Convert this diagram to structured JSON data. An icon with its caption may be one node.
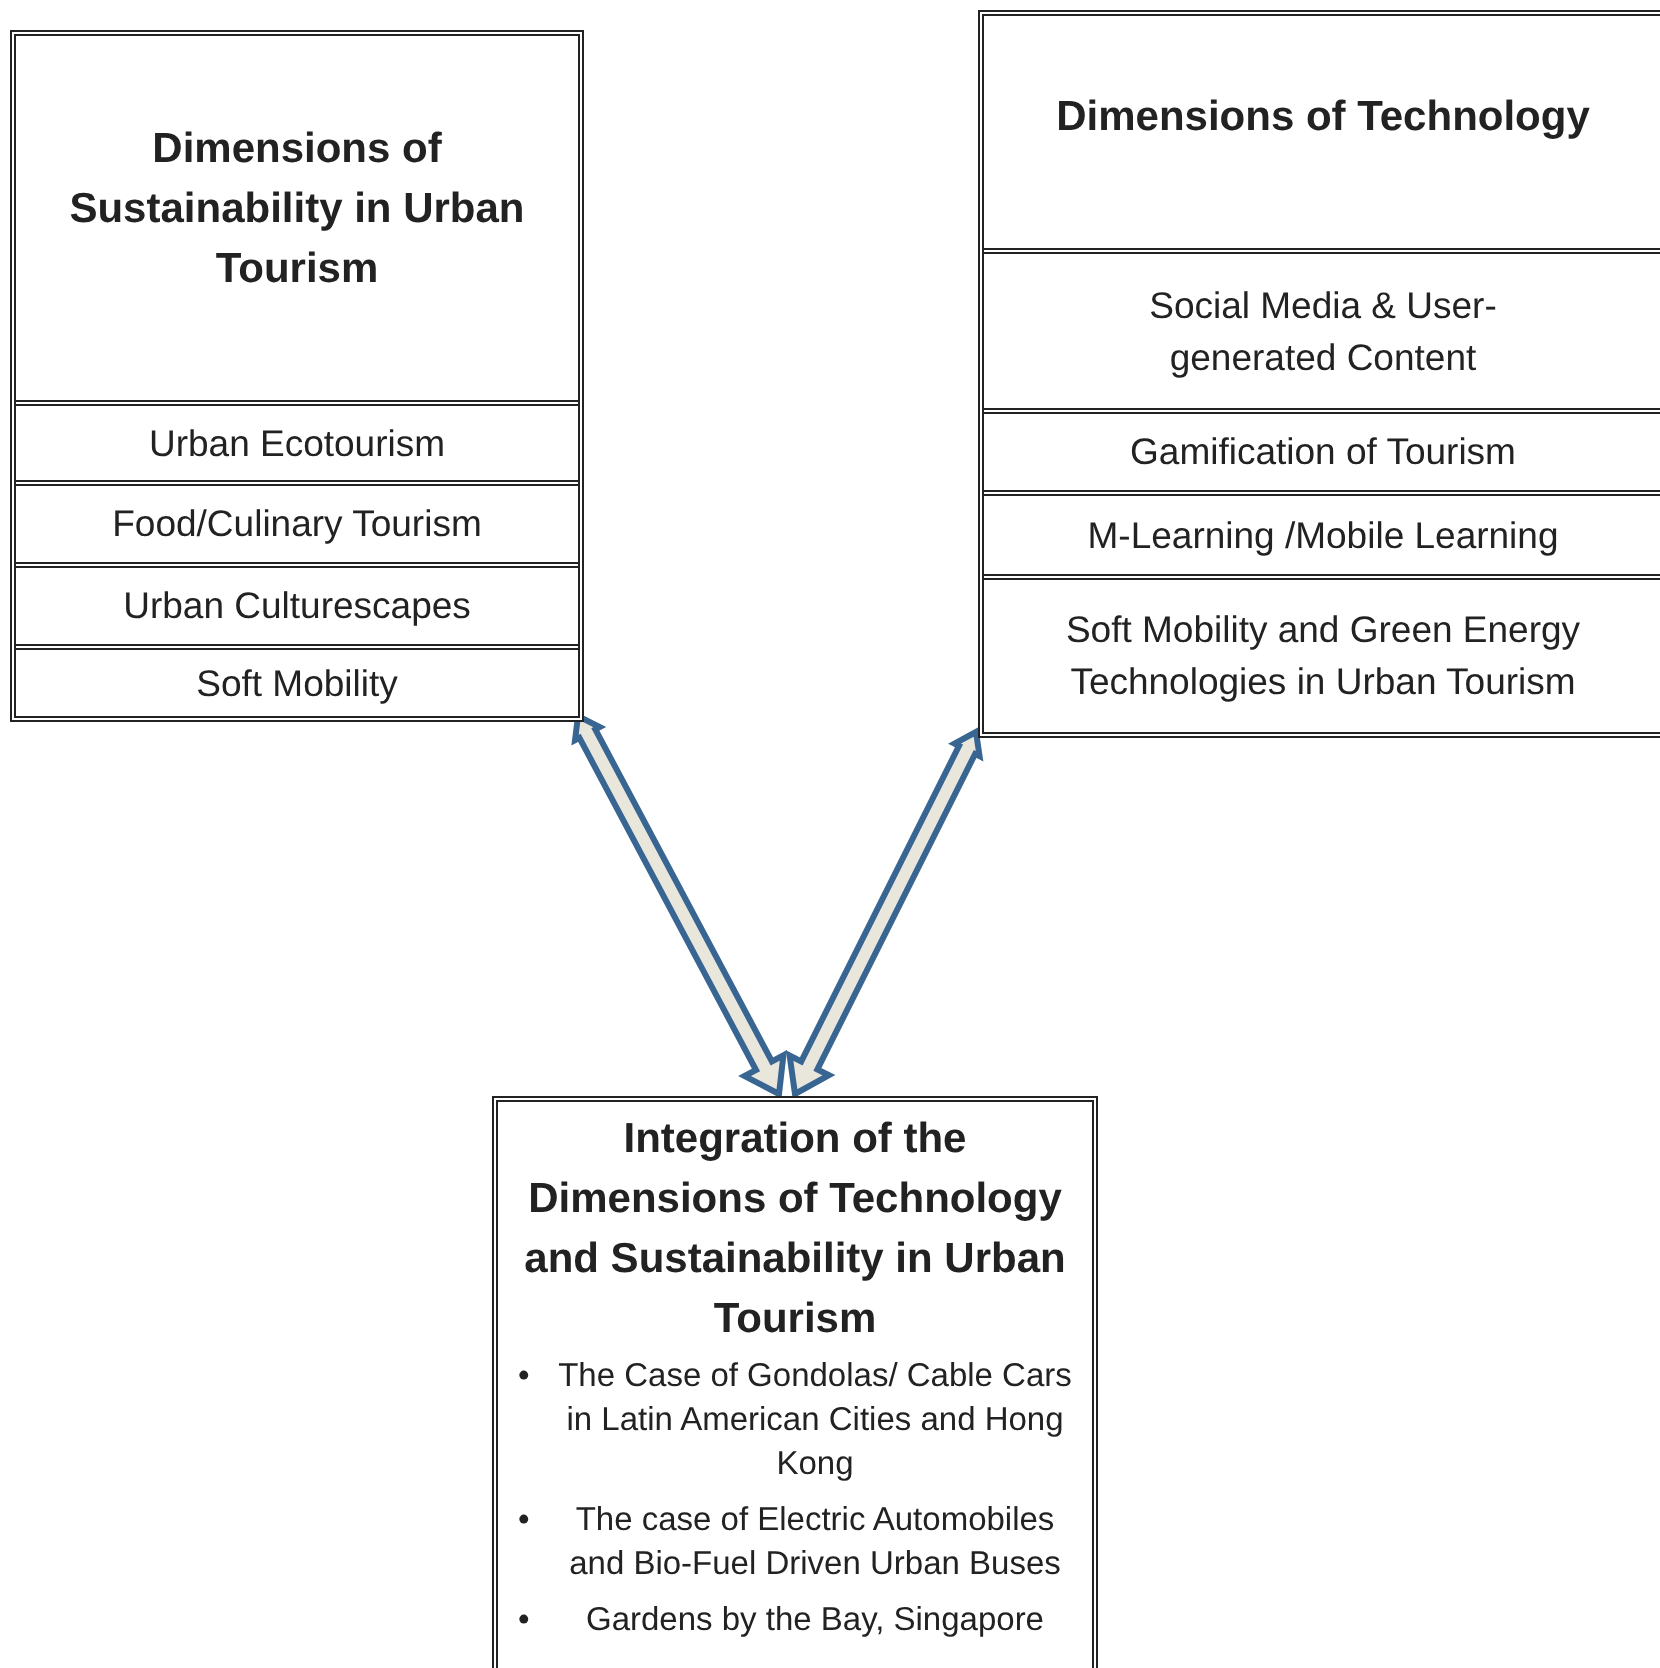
{
  "diagram": {
    "nodes": [
      {
        "text": [
          "Dimensions of Sustainability in Urban Tourism"
        ]
      },
      {
        "text": [
          "Urban Ecotourism"
        ],
        "in": 0
      },
      {
        "text": [
          "Food/Culinary Tourism"
        ],
        "in": 0
      },
      {
        "text": [
          "Urban Culturescapes"
        ],
        "in": 0
      },
      {
        "text": [
          "Soft Mobility"
        ],
        "in": 0
      },
      {
        "text": [
          "Dimensions of Technology"
        ]
      },
      {
        "text": [
          "Social Media & User-generated Content"
        ],
        "in": 5
      },
      {
        "text": [
          "Gamification of Tourism"
        ],
        "in": 5
      },
      {
        "text": [
          "M-Learning /Mobile Learning"
        ],
        "in": 5
      },
      {
        "text": [
          "Soft Mobility and Green Energy Technologies in Urban Tourism"
        ],
        "in": 5
      },
      {
        "text": [
          "Integration of the Dimensions of Technology and Sustainability in Urban Tourism",
          "The Case of Gondolas/ Cable Cars in Latin American Cities and Hong Kong",
          "The case of Electric Automobiles and Bio-Fuel Driven Urban Buses",
          "Gardens by the Bay, Singapore"
        ]
      }
    ],
    "edges": [
      {
        "from": 0,
        "to": 10,
        "arrow": "both"
      },
      {
        "from": 5,
        "to": 10,
        "arrow": "both"
      }
    ],
    "labels": [
      "•",
      "•",
      "•"
    ]
  }
}
